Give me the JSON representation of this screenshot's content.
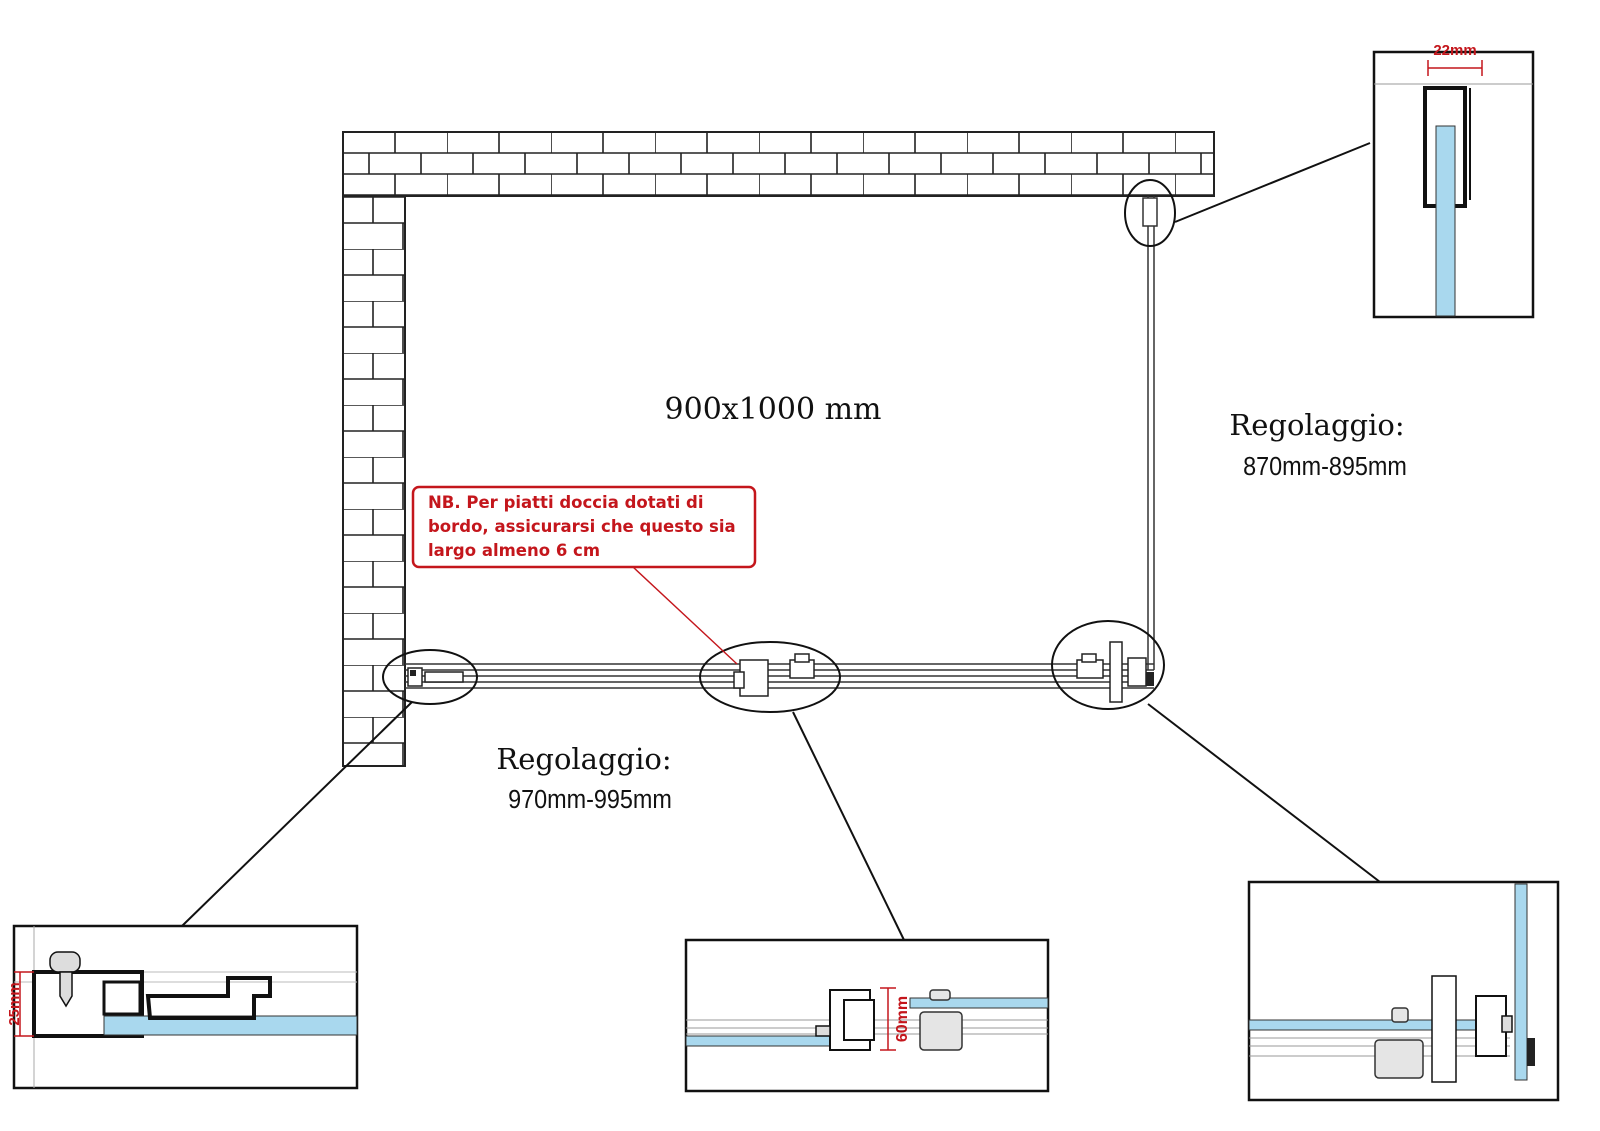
{
  "size_label": "900x1000 mm",
  "side_adjustment": {
    "title": "Regolaggio:",
    "range": "870mm-895mm"
  },
  "front_adjustment": {
    "title": "Regolaggio:",
    "range": "970mm-995mm"
  },
  "note": {
    "lines": [
      "NB. Per piatti doccia dotati di",
      "bordo, assicurarsi che questo sia",
      "largo almeno 6 cm"
    ]
  },
  "details": {
    "top_right": {
      "dimension": "22mm"
    },
    "bottom_left": {
      "dimension": "25mm"
    },
    "bottom_center": {
      "dimension": "60mm"
    },
    "bottom_right": {
      "dimension": ""
    }
  },
  "colors": {
    "glass": "#a9d8ee",
    "annotation": "#c4161c",
    "line": "#111111"
  }
}
